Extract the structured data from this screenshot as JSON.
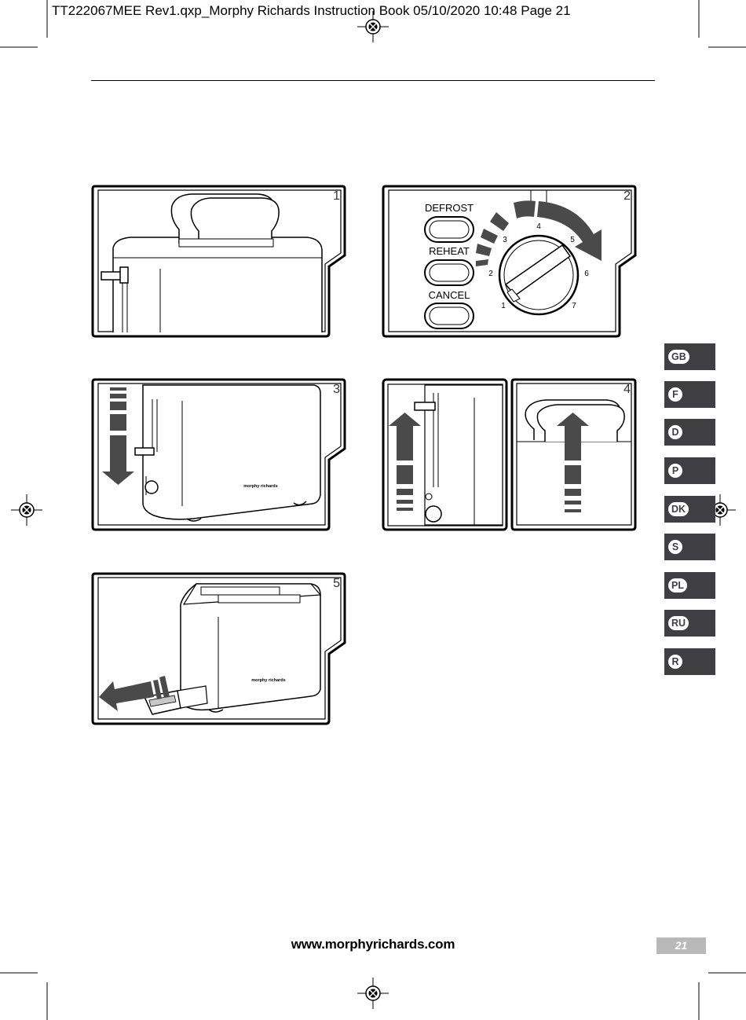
{
  "header": {
    "slug": "TT222067MEE Rev1.qxp_Morphy Richards Instruction Book  05/10/2020  10:48  Page 21"
  },
  "figures": [
    {
      "number": "1"
    },
    {
      "number": "2",
      "buttons": [
        "DEFROST",
        "REHEAT",
        "CANCEL"
      ],
      "dial_numbers": [
        "1",
        "2",
        "3",
        "4",
        "5",
        "6",
        "7"
      ]
    },
    {
      "number": "3",
      "brand": "morphy richards"
    },
    {
      "number": "4"
    },
    {
      "number": "5",
      "brand": "morphy richards"
    }
  ],
  "language_tabs": [
    "GB",
    "F",
    "D",
    "P",
    "DK",
    "S",
    "PL",
    "RU",
    "R"
  ],
  "footer": {
    "url": "www.morphyrichards.com",
    "page_number": "21"
  },
  "colors": {
    "tab_background": "#3f3f41",
    "page_number_box": "#b9b9b9",
    "arrow_fill": "#4a4a4a"
  },
  "icons": [
    "registration-mark-icon"
  ]
}
